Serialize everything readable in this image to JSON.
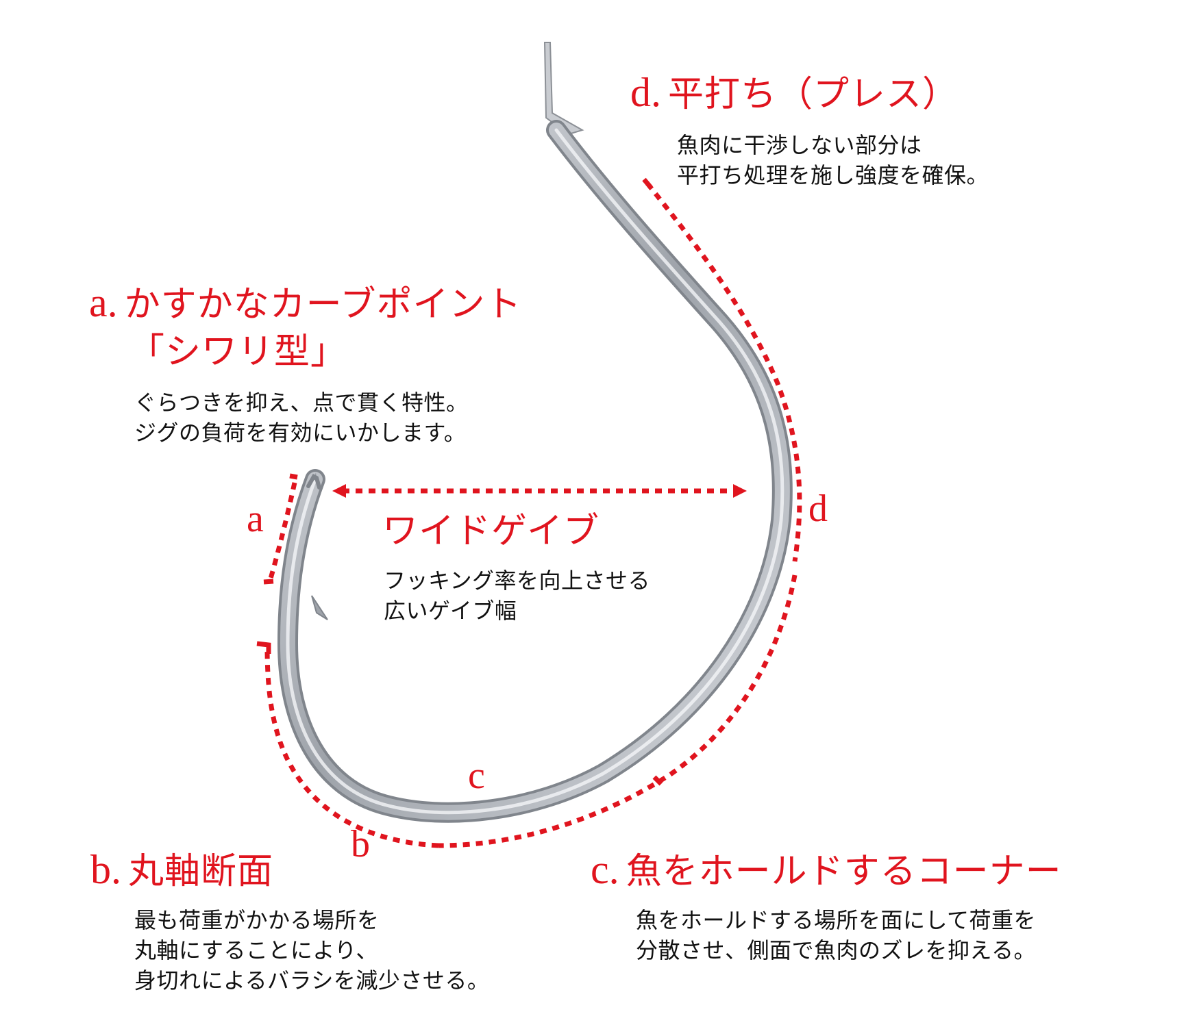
{
  "sections": {
    "a": {
      "key": "a.",
      "title_line1": "かすかなカーブポイント",
      "title_line2": "「シワリ型」",
      "desc": [
        "ぐらつきを抑え、点で貫く特性。",
        "ジグの負荷を有効にいかします。"
      ]
    },
    "b": {
      "key": "b.",
      "title": "丸軸断面",
      "desc": [
        "最も荷重がかかる場所を",
        "丸軸にすることにより、",
        "身切れによるバラシを減少させる。"
      ]
    },
    "c": {
      "key": "c.",
      "title": "魚をホールドするコーナー",
      "desc": [
        "魚をホールドする場所を面にして荷重を",
        "分散させ、側面で魚肉のズレを抑える。"
      ]
    },
    "d": {
      "key": "d.",
      "title": "平打ち（プレス）",
      "desc": [
        "魚肉に干渉しない部分は",
        "平打ち処理を施し強度を確保。"
      ]
    },
    "wide_gap": {
      "title": "ワイドゲイブ",
      "desc": [
        "フッキング率を向上させる",
        "広いゲイブ幅"
      ]
    }
  },
  "markers": {
    "a": "a",
    "b": "b",
    "c": "c",
    "d": "d"
  },
  "colors": {
    "accent": "#e0141e",
    "text": "#111111",
    "hook": "#b8bcc2"
  }
}
